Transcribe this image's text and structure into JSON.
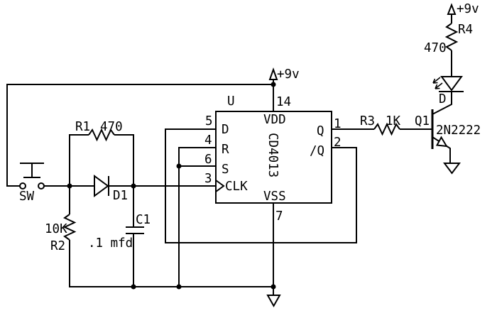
{
  "power": {
    "left": "+9v",
    "right": "+9v"
  },
  "sw": {
    "ref": "SW"
  },
  "r1": {
    "ref": "R1",
    "value": "470"
  },
  "r2": {
    "ref": "R2",
    "value": "10K"
  },
  "r3": {
    "ref": "R3",
    "value": "1K"
  },
  "r4": {
    "ref": "R4",
    "value": "470"
  },
  "d1": {
    "ref": "D1"
  },
  "led": {
    "ref": "D"
  },
  "c1": {
    "ref": "C1",
    "value": ".1 mfd"
  },
  "q1": {
    "ref": "Q1",
    "part": "2N2222"
  },
  "u1": {
    "ref": "U",
    "part": "CD4013",
    "pins": {
      "d": {
        "num": "5",
        "label": "D"
      },
      "r": {
        "num": "4",
        "label": "R"
      },
      "s": {
        "num": "6",
        "label": "S"
      },
      "clk": {
        "num": "3",
        "label": "CLK"
      },
      "vdd": {
        "num": "14",
        "label": "VDD"
      },
      "vss": {
        "num": "7",
        "label": "VSS"
      },
      "q": {
        "num": "1",
        "label": "Q"
      },
      "qbar": {
        "num": "2",
        "label": "/Q"
      }
    }
  }
}
